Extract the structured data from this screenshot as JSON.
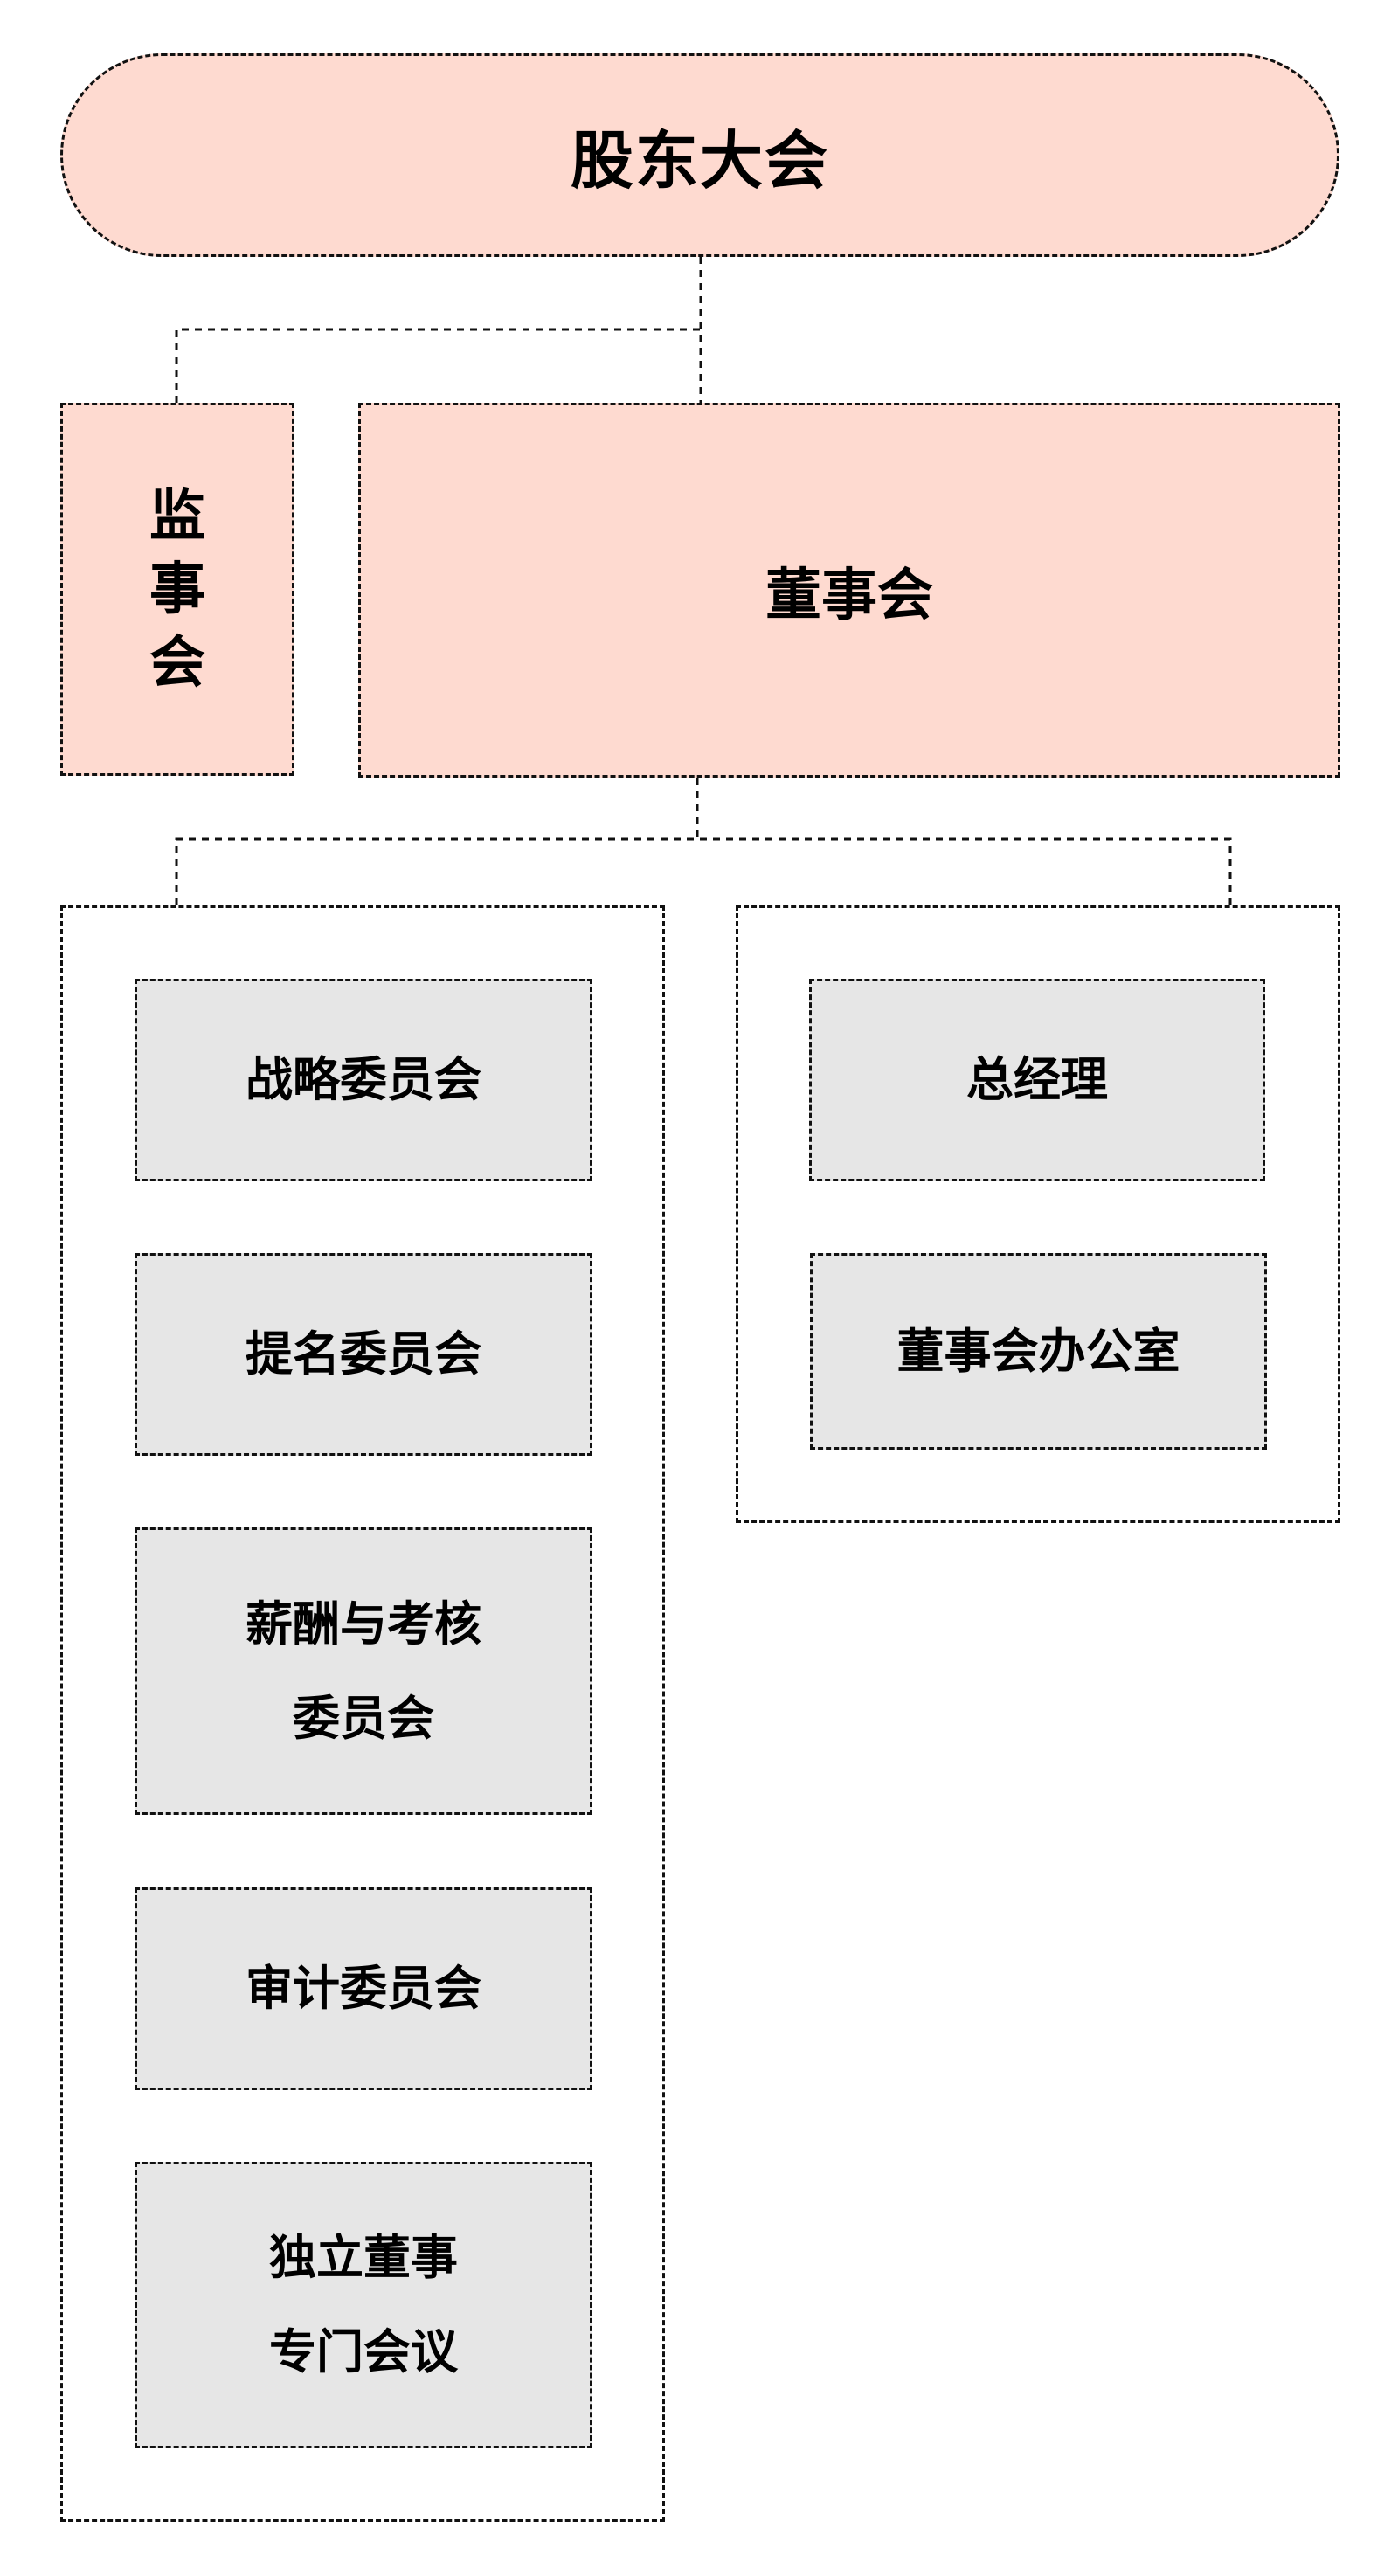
{
  "diagram": {
    "title": "股东大会",
    "supervisory_board": {
      "label": "监事会",
      "chars": [
        "监",
        "事",
        "会"
      ]
    },
    "board_of_directors": {
      "label": "董事会"
    },
    "committees": [
      {
        "lines": [
          "战略委员会"
        ]
      },
      {
        "lines": [
          "提名委员会"
        ]
      },
      {
        "lines": [
          "薪酬与考核",
          "委员会"
        ]
      },
      {
        "lines": [
          "审计委员会"
        ]
      },
      {
        "lines": [
          "独立董事",
          "专门会议"
        ]
      }
    ],
    "executive": [
      {
        "lines": [
          "总经理"
        ]
      },
      {
        "lines": [
          "董事会办公室"
        ]
      }
    ],
    "colors": {
      "top_fill": "#FEDAD0",
      "sub_fill": "#E6E6E6",
      "border": "#111111"
    }
  }
}
